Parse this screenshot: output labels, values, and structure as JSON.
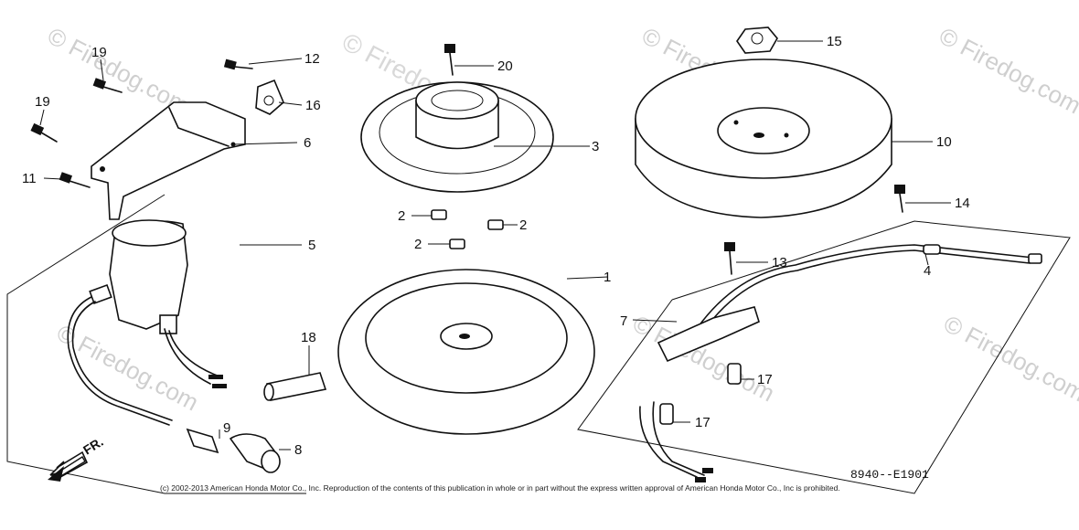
{
  "watermarks": {
    "main": "© Firedog.com",
    "tile": "© Firedog.com"
  },
  "direction_label": "FR.",
  "diagram_code": "8940--E1901",
  "copyright": "(c) 2002-2013 American Honda Motor Co., Inc. Reproduction of the contents of this publication in whole or in part without the express written approval of American Honda Motor Co., Inc is prohibited.",
  "callouts": {
    "p1": "1",
    "p2a": "2",
    "p2b": "2",
    "p2c": "2",
    "p3": "3",
    "p4": "4",
    "p5": "5",
    "p6": "6",
    "p7": "7",
    "p8": "8",
    "p9": "9",
    "p10": "10",
    "p11": "11",
    "p12": "12",
    "p13": "13",
    "p14": "14",
    "p15": "15",
    "p16": "16",
    "p17a": "17",
    "p17b": "17",
    "p18": "18",
    "p19a": "19",
    "p19b": "19",
    "p20": "20"
  }
}
